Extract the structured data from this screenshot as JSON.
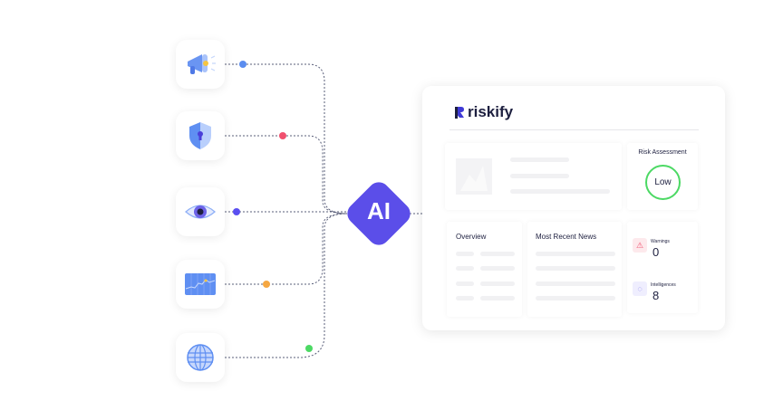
{
  "sources": [
    {
      "icon": "megaphone-icon",
      "dot_color": "#5b8def"
    },
    {
      "icon": "shield-lock-icon",
      "dot_color": "#f0506e"
    },
    {
      "icon": "eye-icon",
      "dot_color": "#5a4ff0"
    },
    {
      "icon": "chart-monitor-icon",
      "dot_color": "#f5a742"
    },
    {
      "icon": "globe-icon",
      "dot_color": "#4cd964"
    }
  ],
  "hub": {
    "label": "AI",
    "color": "#5b4ee9"
  },
  "dashboard": {
    "brand": "riskify",
    "risk": {
      "title": "Risk Assessment",
      "level": "Low",
      "color": "#4cd964"
    },
    "overview_title": "Overview",
    "news_title": "Most Recent News",
    "warnings": {
      "label": "Warnings",
      "value": "0"
    },
    "intelligences": {
      "label": "Intelligences",
      "value": "8"
    }
  }
}
